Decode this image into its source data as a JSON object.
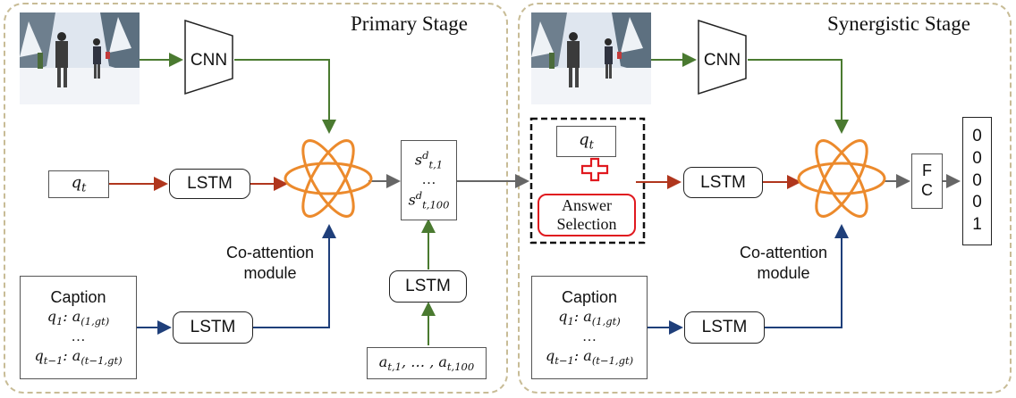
{
  "primary": {
    "title": "Primary Stage",
    "cnn_label": "CNN",
    "lstm_label": "LSTM",
    "coattention_line1": "Co-attention",
    "coattention_line2": "module",
    "caption_title": "Caption",
    "ellipsis": "…",
    "dots": "…",
    "answers_box": "a t,1 , … , a t,100"
  },
  "synergistic": {
    "title": "Synergistic Stage",
    "cnn_label": "CNN",
    "lstm_label": "LSTM",
    "coattention_line1": "Co-attention",
    "coattention_line2": "module",
    "caption_title": "Caption",
    "ellipsis": "…",
    "answer_selection_line1": "Answer",
    "answer_selection_line2": "Selection",
    "fc_line1": "F",
    "fc_line2": "C",
    "output_values": [
      "0",
      "0",
      "0",
      "0",
      "1"
    ]
  },
  "colors": {
    "stage_border": "#c8bc96",
    "image_arrow": "#4a7a30",
    "question_arrow": "#b0361d",
    "caption_arrow": "#1f3f7a",
    "neutral_arrow": "#666666",
    "coattention_icon": "#ec8a2c",
    "answer_selection_border": "#e0191f",
    "plus_icon": "#e0191f"
  }
}
